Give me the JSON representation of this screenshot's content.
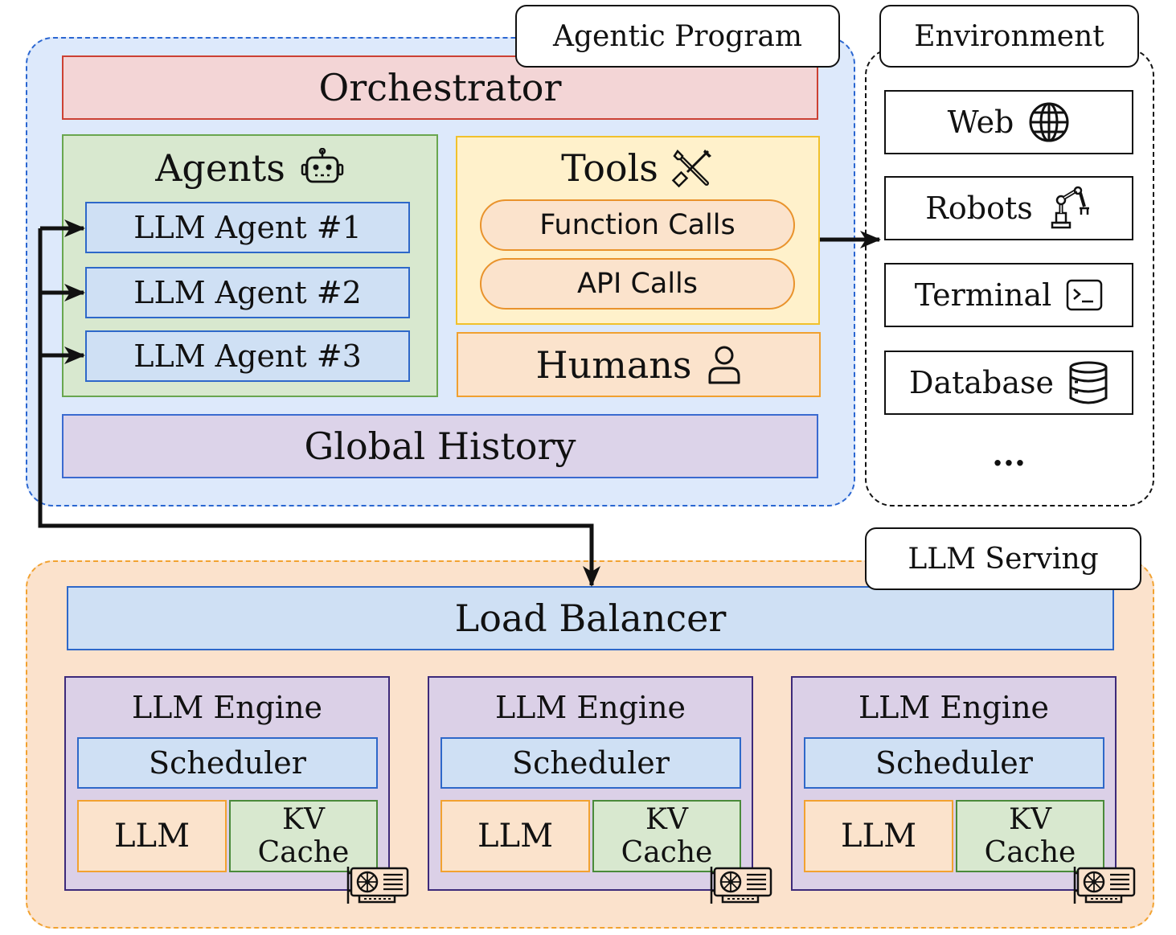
{
  "agentic_program": {
    "label": "Agentic Program",
    "orchestrator": "Orchestrator",
    "agents": {
      "title": "Agents",
      "icon": "robot-icon",
      "items": [
        "LLM Agent #1",
        "LLM Agent #2",
        "LLM Agent #3"
      ]
    },
    "tools": {
      "title": "Tools",
      "icon": "tools-icon",
      "items": [
        "Function Calls",
        "API Calls"
      ]
    },
    "humans": {
      "label": "Humans",
      "icon": "person-icon"
    },
    "global_history": "Global History"
  },
  "environment": {
    "label": "Environment",
    "items": [
      {
        "label": "Web",
        "icon": "globe-icon"
      },
      {
        "label": "Robots",
        "icon": "robot-arm-icon"
      },
      {
        "label": "Terminal",
        "icon": "terminal-icon"
      },
      {
        "label": "Database",
        "icon": "database-icon"
      }
    ],
    "ellipsis": "..."
  },
  "llm_serving": {
    "label": "LLM Serving",
    "load_balancer": "Load Balancer",
    "engines": [
      {
        "title": "LLM Engine",
        "scheduler": "Scheduler",
        "llm": "LLM",
        "kv_line1": "KV",
        "kv_line2": "Cache",
        "icon": "gpu-icon"
      },
      {
        "title": "LLM Engine",
        "scheduler": "Scheduler",
        "llm": "LLM",
        "kv_line1": "KV",
        "kv_line2": "Cache",
        "icon": "gpu-icon"
      },
      {
        "title": "LLM Engine",
        "scheduler": "Scheduler",
        "llm": "LLM",
        "kv_line1": "KV",
        "kv_line2": "Cache",
        "icon": "gpu-icon"
      }
    ]
  },
  "colors": {
    "agentic_bg": "#dde9fb",
    "agentic_border": "#2a66d1",
    "serving_bg": "#fbe2cc",
    "serving_border": "#f2a230",
    "orchestrator_bg": "#f3d5d6",
    "agents_bg": "#d8e8cf",
    "tools_bg": "#fff1cb",
    "engine_bg": "#dbd0e7"
  }
}
